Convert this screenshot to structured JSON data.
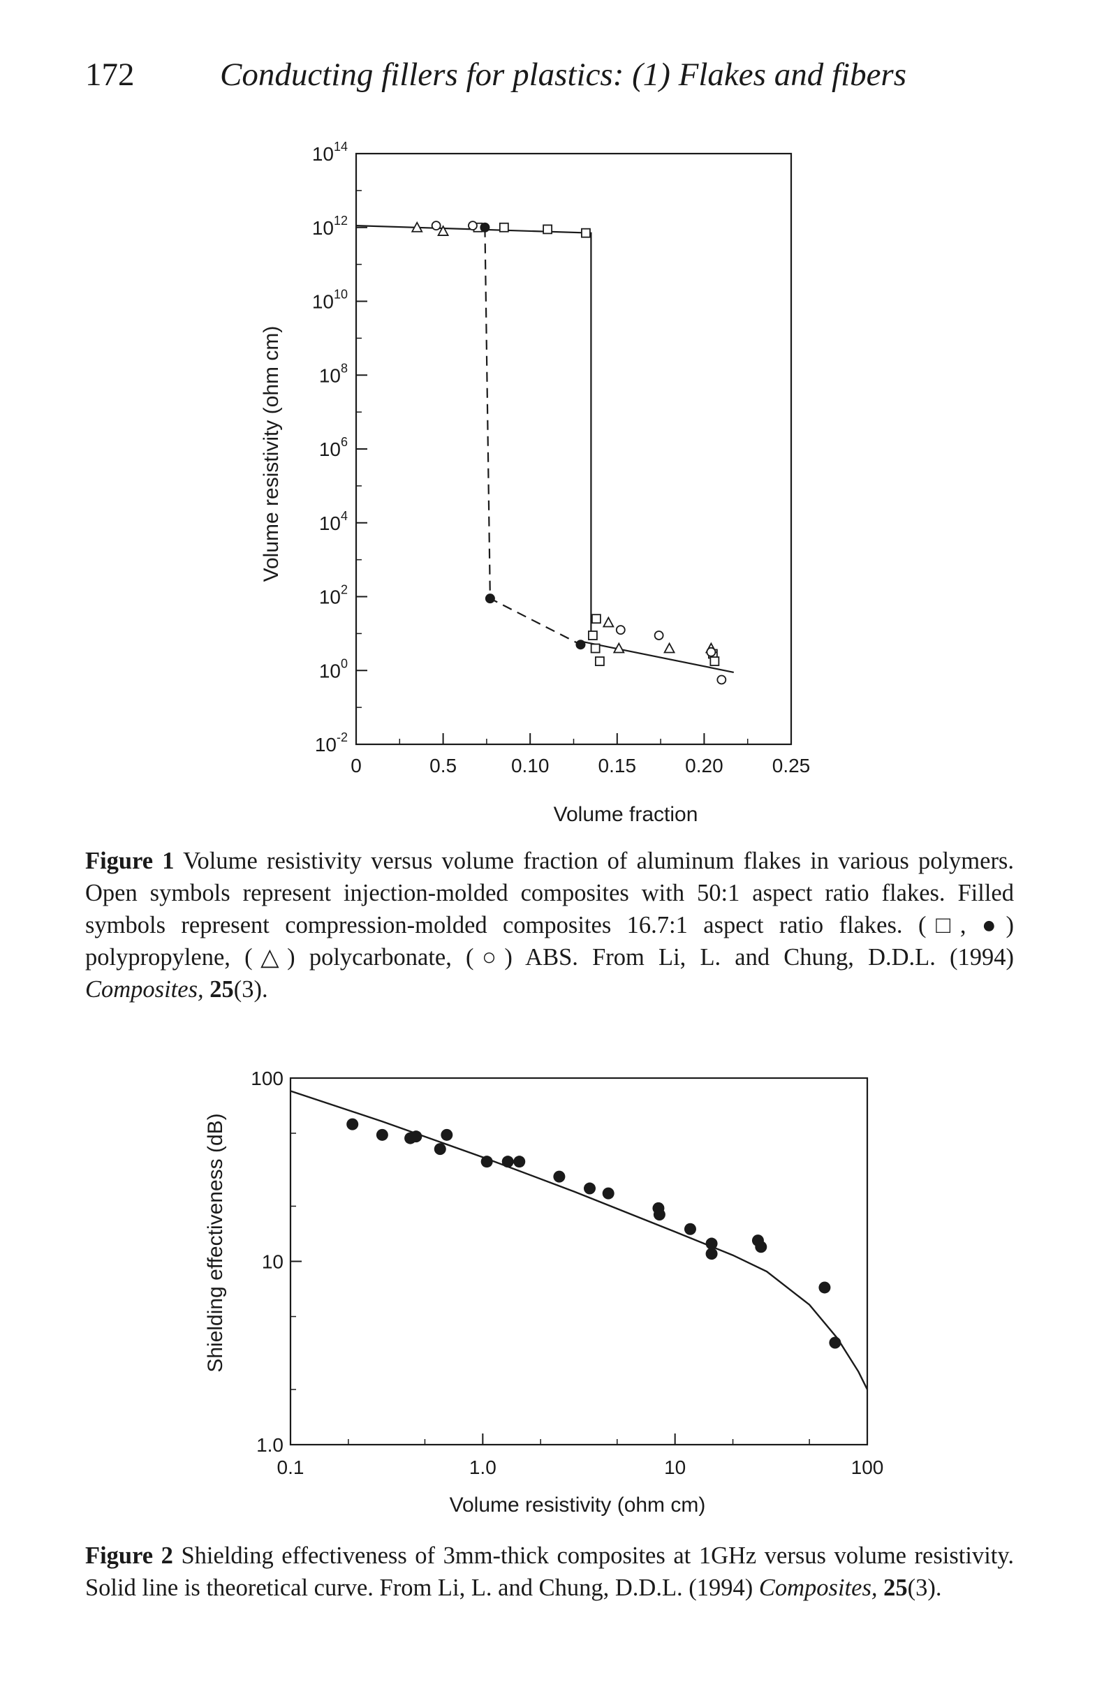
{
  "page": {
    "number": "172",
    "running_head": "Conducting fillers for plastics: (1) Flakes and fibers"
  },
  "figure1": {
    "caption_label": "Figure 1",
    "caption_text": "Volume resistivity versus volume fraction of aluminum flakes in various polymers. Open symbols represent injection-molded composites with 50:1 aspect ratio flakes. Filled symbols represent compression-molded composites 16.7:1 aspect ratio flakes. (□, ●) polypropylene, (△) polycarbonate, (○) ABS. From Li, L. and Chung, D.D.L. (1994)",
    "caption_journal": "Composites,",
    "caption_volume": "25",
    "caption_issue": "(3).",
    "chart_data": {
      "type": "scatter",
      "xlabel": "Volume fraction",
      "ylabel": "Volume resistivity (ohm cm)",
      "x_tick_labels": [
        "0",
        "0.5",
        "0.10",
        "0.15",
        "0.20",
        "0.25"
      ],
      "y_tick_labels": [
        {
          "base": "10",
          "exp": "14"
        },
        {
          "base": "10",
          "exp": "12"
        },
        {
          "base": "10",
          "exp": "10"
        },
        {
          "base": "10",
          "exp": "8"
        },
        {
          "base": "10",
          "exp": "6"
        },
        {
          "base": "10",
          "exp": "4"
        },
        {
          "base": "10",
          "exp": "2"
        },
        {
          "base": "10",
          "exp": "0"
        },
        {
          "base": "10",
          "exp": "-2"
        }
      ],
      "xlim": [
        0,
        0.25
      ],
      "ylim_log10": [
        -2,
        14
      ],
      "y_scale": "log",
      "series": [
        {
          "marker": "open-square",
          "points": [
            [
              0.07,
              12.0
            ],
            [
              0.085,
              12.0
            ],
            [
              0.11,
              11.95
            ],
            [
              0.132,
              11.85
            ],
            [
              0.138,
              1.4
            ],
            [
              0.136,
              0.95
            ],
            [
              0.1375,
              0.6
            ],
            [
              0.14,
              0.25
            ],
            [
              0.205,
              0.45
            ],
            [
              0.206,
              0.25
            ]
          ]
        },
        {
          "marker": "open-triangle",
          "points": [
            [
              0.035,
              12.0
            ],
            [
              0.05,
              11.9
            ],
            [
              0.145,
              1.3
            ],
            [
              0.151,
              0.6
            ],
            [
              0.18,
              0.6
            ],
            [
              0.204,
              0.6
            ]
          ]
        },
        {
          "marker": "open-circle",
          "points": [
            [
              0.046,
              12.05
            ],
            [
              0.067,
              12.05
            ],
            [
              0.152,
              1.1
            ],
            [
              0.174,
              0.95
            ],
            [
              0.204,
              0.5
            ],
            [
              0.21,
              -0.25
            ]
          ]
        },
        {
          "marker": "filled-circle",
          "points": [
            [
              0.074,
              12.0
            ],
            [
              0.077,
              1.95
            ],
            [
              0.129,
              0.7
            ]
          ]
        }
      ],
      "lines": [
        {
          "style": "solid",
          "points": [
            [
              0.0,
              12.05
            ],
            [
              0.135,
              11.85
            ],
            [
              0.135,
              1.0
            ]
          ]
        },
        {
          "style": "dashed",
          "points": [
            [
              0.074,
              12.0
            ],
            [
              0.077,
              1.95
            ],
            [
              0.129,
              0.7
            ]
          ]
        },
        {
          "style": "solid",
          "points": [
            [
              0.128,
              0.8
            ],
            [
              0.217,
              -0.05
            ]
          ]
        }
      ]
    }
  },
  "figure2": {
    "caption_label": "Figure 2",
    "caption_text": "Shielding effectiveness of 3mm-thick composites at 1GHz versus volume resistivity. Solid line is theoretical curve. From Li, L. and Chung, D.D.L. (1994)",
    "caption_journal": "Composites,",
    "caption_volume": "25",
    "caption_issue": "(3).",
    "chart_data": {
      "type": "scatter",
      "xlabel": "Volume resistivity (ohm cm)",
      "ylabel": "Shielding effectiveness (dB)",
      "x_tick_labels": [
        "0.1",
        "1.0",
        "10",
        "100"
      ],
      "y_tick_labels": [
        "100",
        "10",
        "1.0"
      ],
      "x_scale": "log",
      "y_scale": "log",
      "xlim": [
        0.1,
        100
      ],
      "ylim": [
        1,
        100
      ],
      "points": [
        [
          0.21,
          56
        ],
        [
          0.3,
          49
        ],
        [
          0.42,
          47
        ],
        [
          0.45,
          48
        ],
        [
          0.6,
          41
        ],
        [
          0.65,
          49
        ],
        [
          1.05,
          35
        ],
        [
          1.35,
          35
        ],
        [
          1.55,
          35
        ],
        [
          2.5,
          29
        ],
        [
          3.6,
          25
        ],
        [
          4.5,
          23.5
        ],
        [
          8.2,
          19.5
        ],
        [
          8.3,
          18
        ],
        [
          12,
          15
        ],
        [
          15.5,
          12.5
        ],
        [
          15.5,
          11
        ],
        [
          27,
          13
        ],
        [
          28,
          12
        ],
        [
          60,
          7.2
        ],
        [
          68,
          3.6
        ]
      ],
      "theory_curve": [
        [
          0.1,
          85
        ],
        [
          0.3,
          58
        ],
        [
          1.0,
          37
        ],
        [
          3.0,
          24
        ],
        [
          10,
          14.5
        ],
        [
          20,
          10.8
        ],
        [
          30,
          8.8
        ],
        [
          50,
          5.8
        ],
        [
          70,
          3.8
        ],
        [
          90,
          2.5
        ],
        [
          100,
          2.0
        ]
      ]
    }
  }
}
